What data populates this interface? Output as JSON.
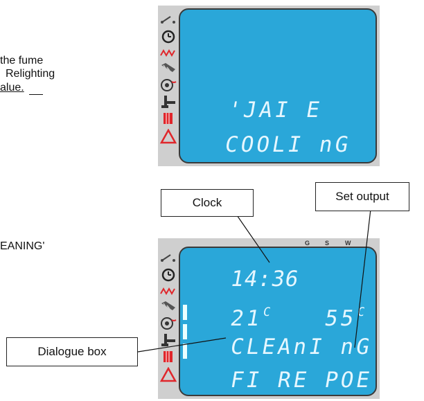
{
  "left_text": {
    "line1": "the fume",
    "line2": "Relighting",
    "line3": "alue.",
    "line4": "EANING'"
  },
  "display_top": {
    "line1": "'JAI E",
    "line2": "COOLI nG"
  },
  "display_bottom": {
    "indicators": [
      "G",
      "S",
      "W"
    ],
    "clock": "14:36",
    "temp_left": "21",
    "temp_left_unit": "C",
    "temp_right": "55",
    "temp_right_unit": "C",
    "line3": "CLEAnI nG",
    "line4": "FI RE POE"
  },
  "callouts": {
    "clock": "Clock",
    "set_output": "Set output",
    "dialogue_box": "Dialogue box"
  },
  "icons": [
    "switch-icon",
    "clock-icon",
    "heater-coil-icon",
    "auger-icon",
    "fan-icon",
    "tap-icon",
    "radiator-icon",
    "warning-icon"
  ],
  "colors": {
    "lcd": "#2aa7d9",
    "panel": "#cfcfcf",
    "alarm": "#e0262b"
  }
}
